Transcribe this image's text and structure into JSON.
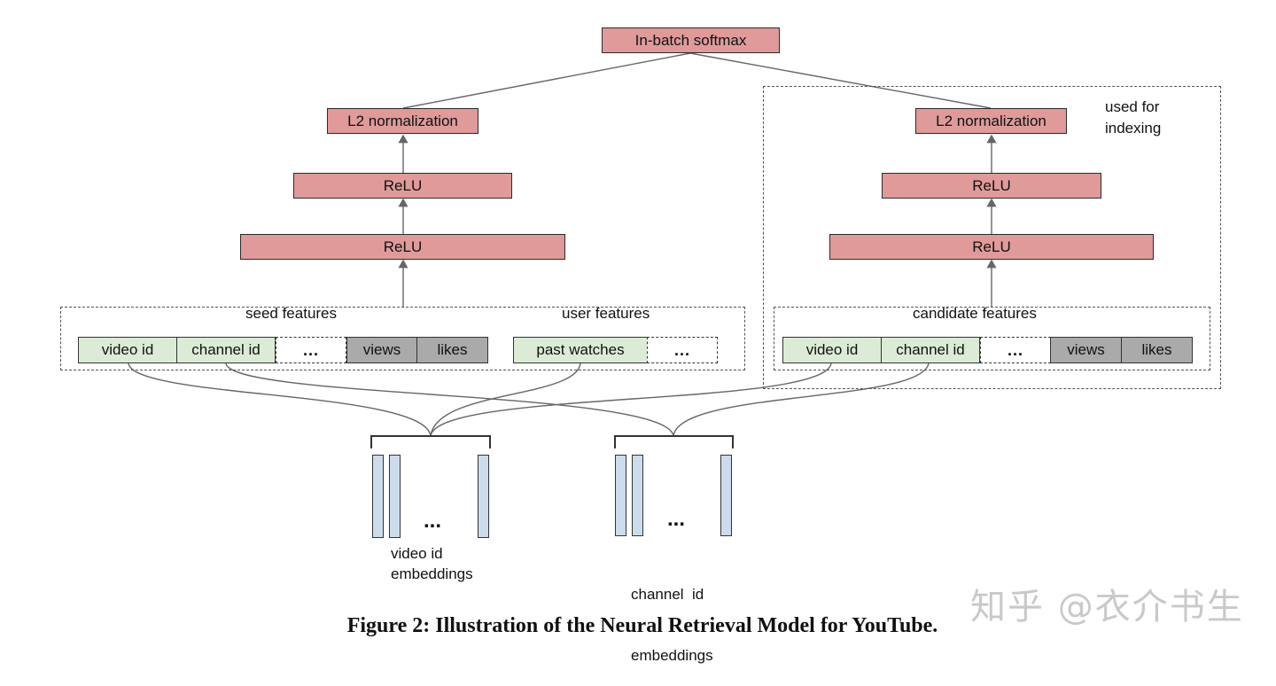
{
  "top": {
    "softmax": "In-batch softmax"
  },
  "left_tower": {
    "l2": "L2 normalization",
    "relu1": "ReLU",
    "relu2": "ReLU"
  },
  "right_tower": {
    "l2": "L2 normalization",
    "relu1": "ReLU",
    "relu2": "ReLU",
    "indexing_label_1": "used for",
    "indexing_label_2": "indexing"
  },
  "seed": {
    "title": "seed features",
    "video_id": "video id",
    "channel_id": "channel id",
    "dots": "...",
    "views": "views",
    "likes": "likes"
  },
  "user": {
    "title": "user features",
    "past_watches": "past watches",
    "dots": "..."
  },
  "candidate": {
    "title": "candidate features",
    "video_id": "video id",
    "channel_id": "channel id",
    "dots": "...",
    "views": "views",
    "likes": "likes"
  },
  "embeddings": {
    "video": {
      "dots": "...",
      "line1": "video id",
      "line2": "embeddings"
    },
    "channel": {
      "dots": "...",
      "line1": "channel  id",
      "line2": "embeddings"
    }
  },
  "caption": "Figure 2: Illustration of the Neural Retrieval Model for YouTube.",
  "watermark": "知乎 @衣介书生",
  "colors": {
    "layer": "#e09a9a",
    "id_feature": "#dcebd5",
    "numeric_feature": "#aaaaaa",
    "embedding": "#cddced"
  }
}
